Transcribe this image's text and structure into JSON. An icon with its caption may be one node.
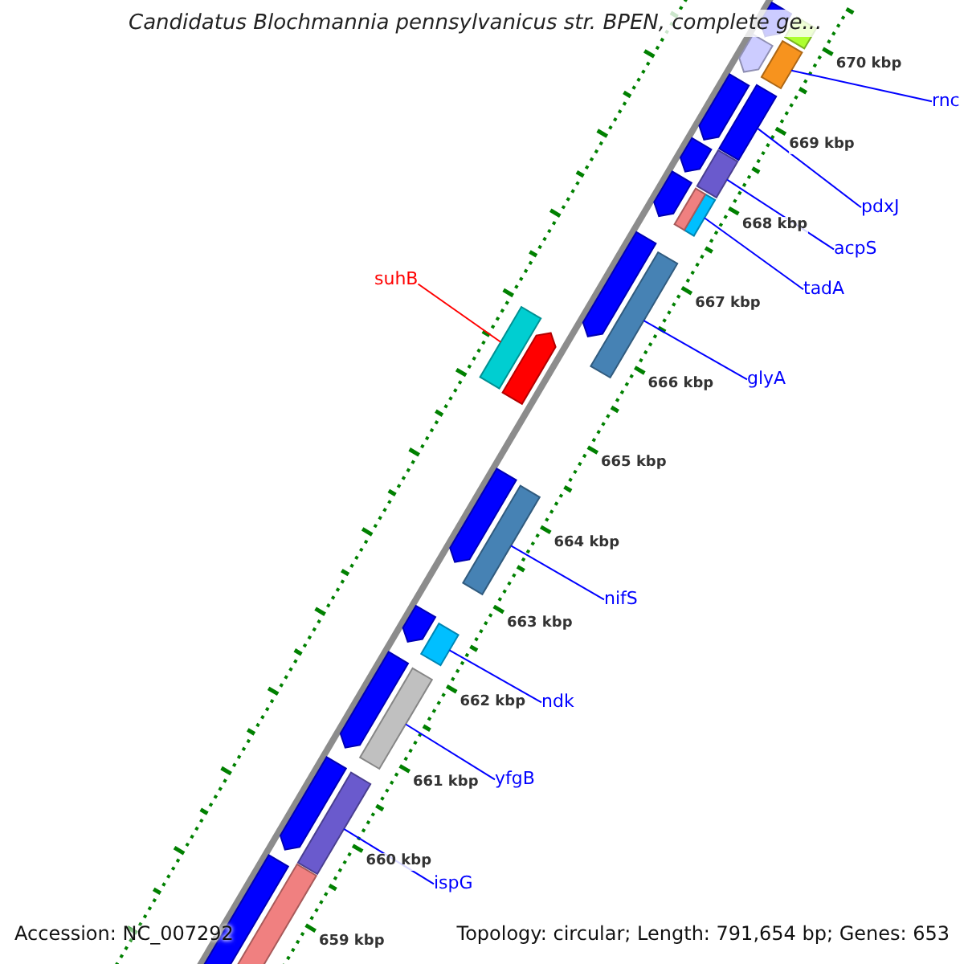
{
  "diagram": {
    "title": "Candidatus Blochmannia pennsylvanicus str. BPEN, complete ge...",
    "nodes": [
      {
        "text": [
          "rnc"
        ]
      },
      {
        "text": [],
        "shape": "bar"
      },
      {
        "text": [
          "pdxJ"
        ]
      },
      {
        "text": [],
        "shape": "bar"
      },
      {
        "text": [
          "acpS"
        ]
      },
      {
        "text": [],
        "shape": "bar"
      },
      {
        "text": [
          "tadA"
        ]
      },
      {
        "text": [],
        "shape": "bar"
      },
      {
        "text": [
          "suhB"
        ]
      },
      {
        "text": [],
        "shape": "bar"
      },
      {
        "text": [
          "glyA"
        ]
      },
      {
        "text": [],
        "shape": "bar"
      },
      {
        "text": [
          "nifS"
        ]
      },
      {
        "text": [],
        "shape": "bar"
      },
      {
        "text": [
          "ndk"
        ]
      },
      {
        "text": [],
        "shape": "bar"
      },
      {
        "text": [
          "yfgB"
        ]
      },
      {
        "text": [],
        "shape": "bar"
      },
      {
        "text": [
          "ispG"
        ]
      },
      {
        "text": [],
        "shape": "bar"
      },
      {
        "text": [],
        "shape": "arrow"
      },
      {
        "text": [],
        "shape": "bar"
      },
      {
        "text": [],
        "shape": "arrow"
      },
      {
        "text": [],
        "shape": "arrow"
      },
      {
        "text": [],
        "shape": "arrow"
      },
      {
        "text": [],
        "shape": "bar"
      },
      {
        "text": [],
        "shape": "arrow"
      },
      {
        "text": [],
        "shape": "arrow"
      },
      {
        "text": [],
        "shape": "arrow"
      },
      {
        "text": [],
        "shape": "arrow"
      },
      {
        "text": [],
        "shape": "arrow"
      },
      {
        "text": [],
        "shape": "arrow"
      },
      {
        "text": [],
        "shape": "arrow"
      },
      {
        "text": [],
        "shape": "arrow"
      },
      {
        "text": [],
        "shape": "bar"
      }
    ],
    "edges": [
      {
        "from": 0,
        "to": 1,
        "arrow": "none"
      },
      {
        "from": 2,
        "to": 3,
        "arrow": "none"
      },
      {
        "from": 4,
        "to": 5,
        "arrow": "none"
      },
      {
        "from": 6,
        "to": 7,
        "arrow": "none"
      },
      {
        "from": 8,
        "to": 9,
        "arrow": "none",
        "color": "#ff0000"
      },
      {
        "from": 10,
        "to": 11,
        "arrow": "none"
      },
      {
        "from": 12,
        "to": 13,
        "arrow": "none"
      },
      {
        "from": 14,
        "to": 15,
        "arrow": "none"
      },
      {
        "from": 16,
        "to": 17,
        "arrow": "none"
      },
      {
        "from": 18,
        "to": 19,
        "arrow": "none"
      }
    ],
    "labels": [
      "670 kbp",
      "669 kbp",
      "668 kbp",
      "667 kbp",
      "666 kbp",
      "665 kbp",
      "664 kbp",
      "663 kbp",
      "662 kbp",
      "661 kbp",
      "660 kbp",
      "659 kbp",
      "Accession: NC_007292",
      "Topology: circular; Length: 791,654 bp; Genes: 653"
    ]
  }
}
